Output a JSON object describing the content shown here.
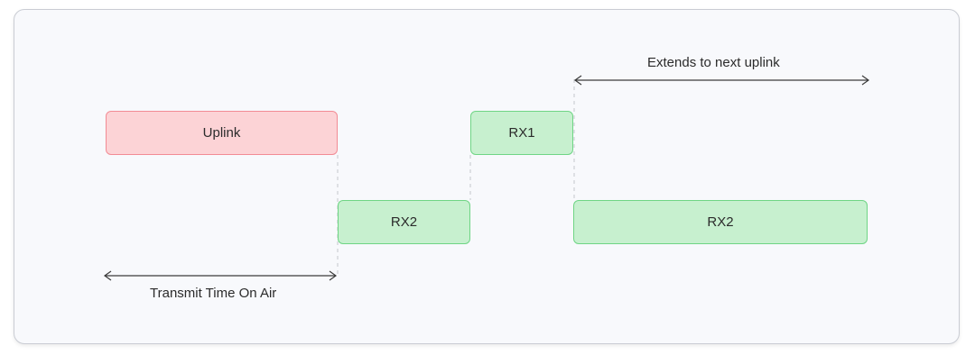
{
  "blocks": {
    "uplink": "Uplink",
    "rx1": "RX1",
    "rx2_first": "RX2",
    "rx2_second": "RX2"
  },
  "annotations": {
    "extends": "Extends to next uplink",
    "transmit": "Transmit Time On Air"
  },
  "colors": {
    "uplink_fill": "#fcd3d6",
    "uplink_border": "#f28b94",
    "rx_fill": "#c7f0cf",
    "rx_border": "#6fd585"
  }
}
